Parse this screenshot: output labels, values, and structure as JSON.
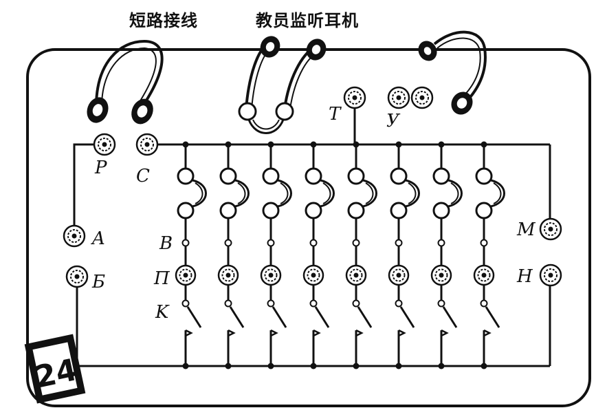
{
  "captions": {
    "shortcut_wire": "短路接线",
    "teacher_headphones": "教员监听耳机"
  },
  "labels": {
    "P": "P",
    "C": "C",
    "T": "T",
    "Y": "У",
    "A": "A",
    "B_left": "Б",
    "M": "M",
    "H": "H",
    "B": "B",
    "Pi": "П",
    "K": "K"
  },
  "logo_text": "24",
  "station_count": 8,
  "colors": {
    "ink": "#111111",
    "paper": "#ffffff"
  }
}
